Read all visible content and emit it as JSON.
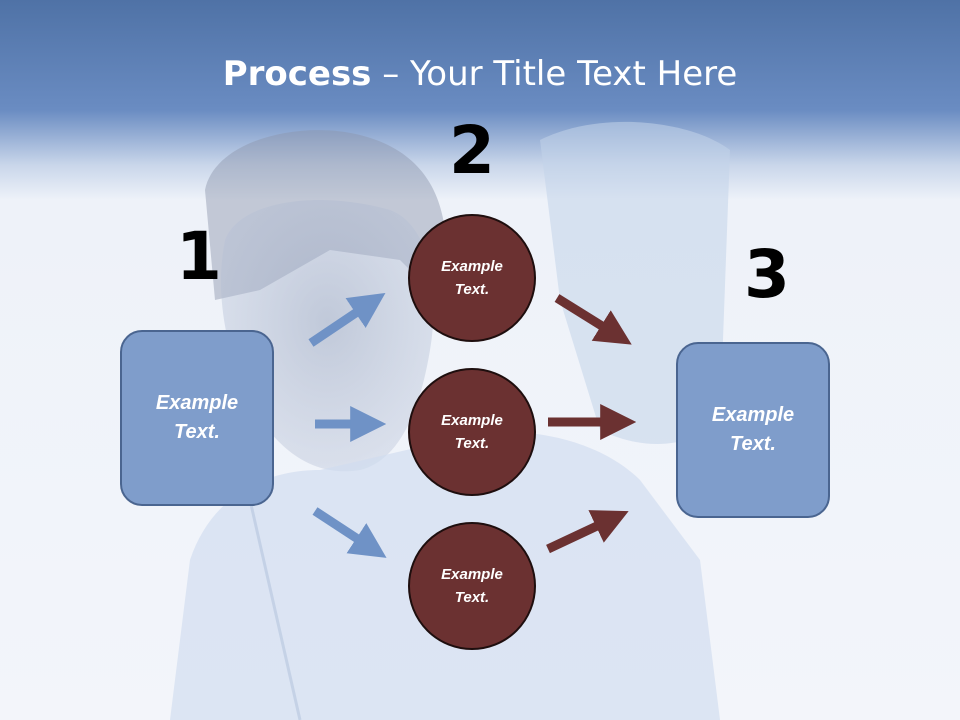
{
  "title": {
    "bold": "Process",
    "rest": " – Your Title Text Here"
  },
  "steps": [
    {
      "number": "1"
    },
    {
      "number": "2"
    },
    {
      "number": "3"
    }
  ],
  "left_box": {
    "text": "Example\nText."
  },
  "right_box": {
    "text": "Example\nText."
  },
  "circles": [
    {
      "text": "Example\nText."
    },
    {
      "text": "Example\nText."
    },
    {
      "text": "Example\nText."
    }
  ],
  "colors": {
    "header": "#5b7fb5",
    "box_fill": "#7f9dcb",
    "circle_fill": "#6b3131",
    "arrow_blue": "#6f92c6",
    "arrow_red": "#6b3131"
  }
}
